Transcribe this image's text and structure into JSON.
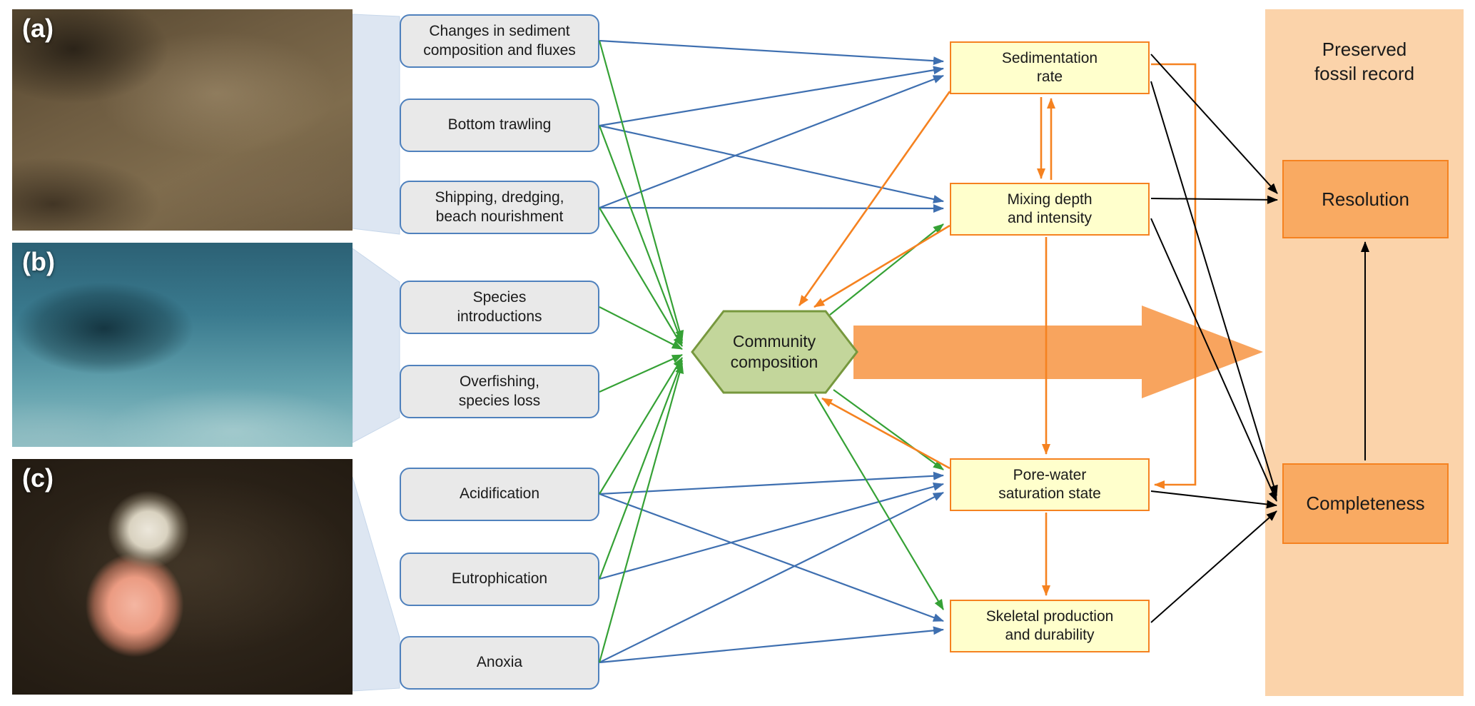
{
  "figure": {
    "photos": [
      {
        "label": "(a)"
      },
      {
        "label": "(b)"
      },
      {
        "label": "(c)"
      }
    ],
    "drivers": [
      {
        "label": "Changes in sediment\ncomposition and fluxes"
      },
      {
        "label": "Bottom trawling"
      },
      {
        "label": "Shipping, dredging,\nbeach nourishment"
      },
      {
        "label": "Species\nintroductions"
      },
      {
        "label": "Overfishing,\nspecies loss"
      },
      {
        "label": "Acidification"
      },
      {
        "label": "Eutrophication"
      },
      {
        "label": "Anoxia"
      }
    ],
    "community": {
      "label": "Community\ncomposition"
    },
    "processes": [
      {
        "label": "Sedimentation\nrate"
      },
      {
        "label": "Mixing depth\nand intensity"
      },
      {
        "label": "Pore-water\nsaturation state"
      },
      {
        "label": "Skeletal production\nand durability"
      }
    ],
    "record": {
      "title": "Preserved\nfossil record",
      "resolution": "Resolution",
      "completeness": "Completeness"
    }
  },
  "colors": {
    "driver_fill": "#e9e9e9",
    "driver_border": "#4f81bd",
    "process_fill": "#ffffcc",
    "process_border": "#f58220",
    "hexagon_fill": "#c3d69b",
    "hexagon_border": "#77983e",
    "panel_fill": "#fbd3aa",
    "panel_box_fill": "#f9aa62",
    "block_arrow_fill": "#f8a55c",
    "arrow_blue": "#3e6fb0",
    "arrow_green": "#35a135",
    "arrow_orange": "#f58220",
    "arrow_black": "#000000",
    "fan_fill": "#dde6f2"
  }
}
